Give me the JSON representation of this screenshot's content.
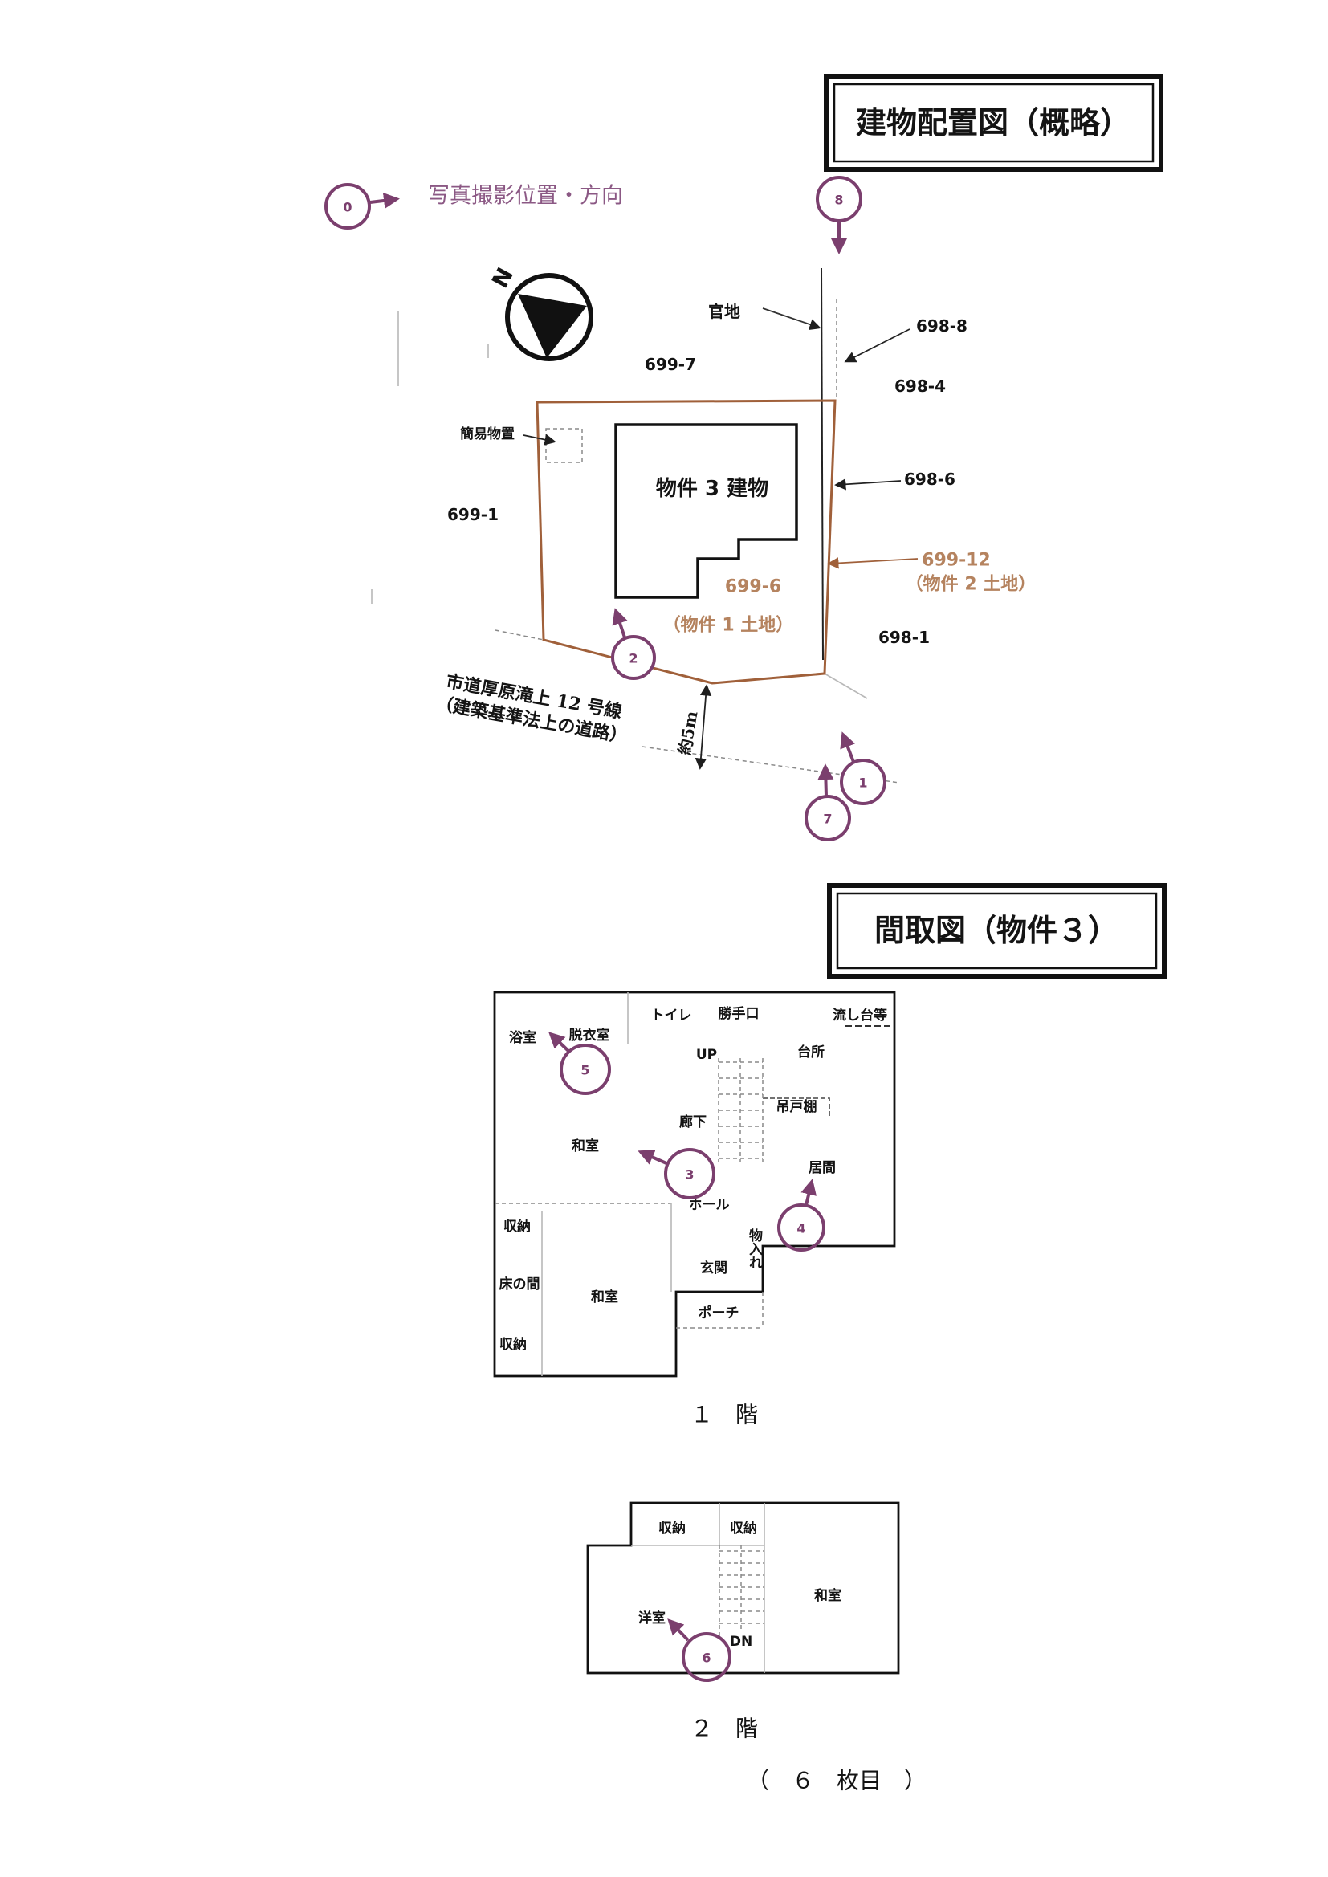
{
  "site_plan": {
    "title": "建物配置図（概略）",
    "legend": {
      "marker_number": "0",
      "label": "写真撮影位置・方向"
    },
    "north_label": "N",
    "photo_markers": {
      "m8": "8",
      "m2": "2",
      "m1": "1",
      "m7": "7"
    },
    "labels": {
      "kanchi": "官地",
      "lot_698_8": "698-8",
      "lot_699_7": "699-7",
      "lot_698_4": "698-4",
      "storage_shed": "簡易物置",
      "building": "物件 3 建物",
      "lot_698_6": "698-6",
      "lot_699_1": "699-1",
      "lot_699_12": "699-12",
      "lot_699_12_note": "（物件 2 土地）",
      "lot_699_6": "699-6",
      "lot_699_6_note": "（物件 1 土地）",
      "lot_698_1": "698-1",
      "road_name": "市道厚原滝上 12 号線",
      "road_note": "（建築基準法上の道路）",
      "road_width": "約5m"
    }
  },
  "floor_plan": {
    "title": "間取図（物件３）",
    "floor1": {
      "caption": "１　階",
      "rooms": [
        "トイレ",
        "勝手口",
        "流し台等",
        "浴室",
        "脱衣室",
        "UP",
        "台所",
        "吊戸棚",
        "廊下",
        "和室",
        "居間",
        "ホール",
        "収納",
        "物入れ",
        "玄関",
        "床の間",
        "和室",
        "ポーチ",
        "収納"
      ],
      "photo_markers": {
        "m5": "5",
        "m3": "3",
        "m4": "4"
      }
    },
    "floor2": {
      "caption": "２　階",
      "rooms": [
        "収納",
        "収納",
        "和室",
        "洋室",
        "DN"
      ],
      "photo_markers": {
        "m6": "6"
      }
    }
  },
  "page_number": "（　６　枚目　）",
  "colors": {
    "photo_marker": "#7b3f6e",
    "property_boundary": "#a0603a",
    "property_label": "#b5835f"
  }
}
